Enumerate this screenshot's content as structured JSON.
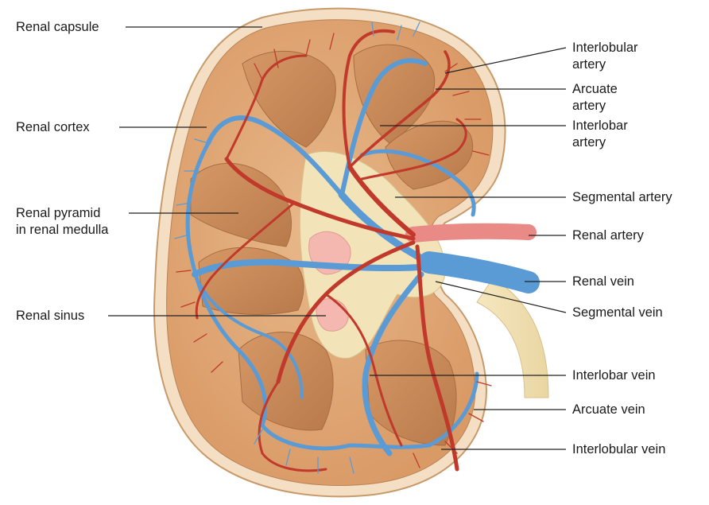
{
  "labels": {
    "renal_capsule": "Renal capsule",
    "renal_cortex": "Renal cortex",
    "renal_pyramid": "Renal pyramid\nin renal medulla",
    "renal_sinus": "Renal sinus",
    "interlobular_artery": "Interlobular\nartery",
    "arcuate_artery": "Arcuate\nartery",
    "interlobar_artery": "Interlobar\nartery",
    "segmental_artery": "Segmental artery",
    "renal_artery": "Renal artery",
    "renal_vein": "Renal vein",
    "segmental_vein": "Segmental vein",
    "interlobar_vein": "Interlobar vein",
    "arcuate_vein": "Arcuate vein",
    "interlobular_vein": "Interlobular vein"
  },
  "colors": {
    "capsule": "#f3dcc0",
    "cortex": "#e0a877",
    "pyramid": "#c98a5a",
    "sinus": "#f2e4b8",
    "artery": "#c0392b",
    "vein": "#5b9bd5",
    "leader": "#222222"
  }
}
